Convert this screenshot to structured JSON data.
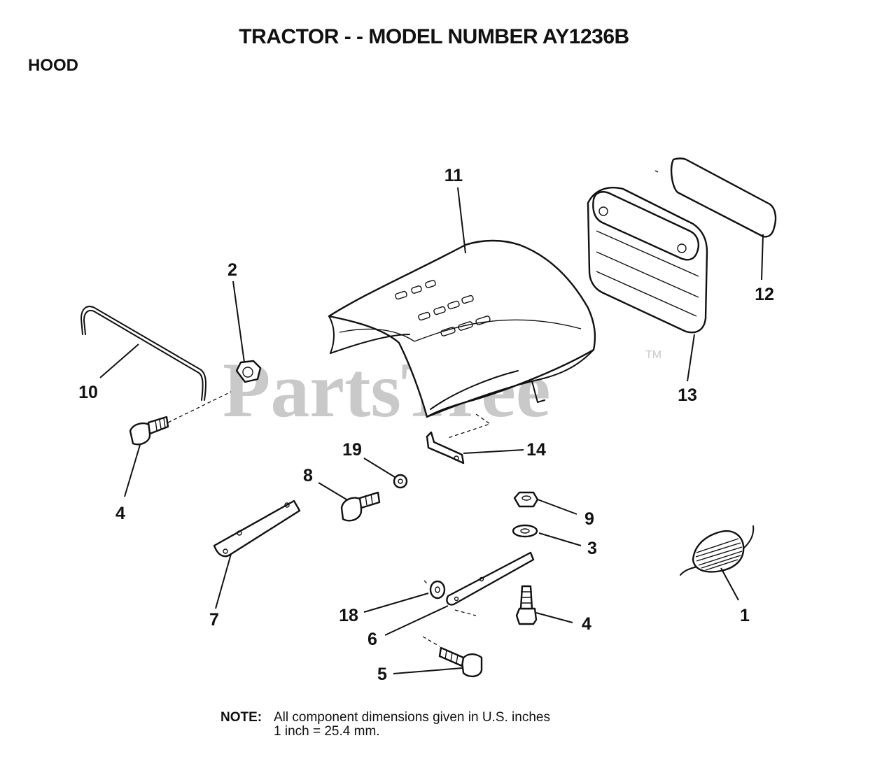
{
  "header": {
    "title": "TRACTOR - - MODEL NUMBER AY1236B",
    "section": "HOOD"
  },
  "watermark": {
    "text": "PartsTree",
    "trademark": "TM"
  },
  "callouts": [
    "1",
    "2",
    "3",
    "4",
    "4",
    "5",
    "6",
    "7",
    "8",
    "9",
    "10",
    "11",
    "12",
    "13",
    "14",
    "18",
    "19"
  ],
  "note": {
    "label": "NOTE:",
    "line1": "All component dimensions given in U.S. inches",
    "line2": "1 inch = 25.4 mm."
  },
  "colors": {
    "ink": "#111111",
    "watermark": "#c9c9c9",
    "background": "#ffffff"
  }
}
